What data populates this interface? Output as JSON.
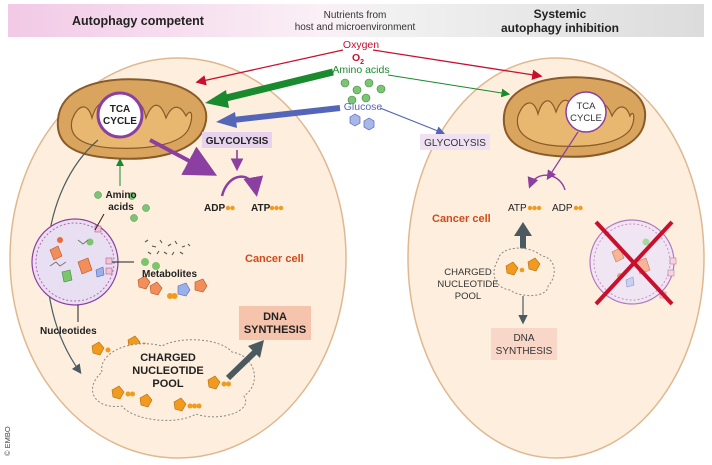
{
  "header": {
    "left_title": "Autophagy competent",
    "center_line1": "Nutrients from",
    "center_line2": "host and microenvironment",
    "right_line1": "Systemic",
    "right_line2": "autophagy inhibition"
  },
  "nutrients": {
    "oxygen": "Oxygen",
    "o2_main": "O",
    "o2_sub": "2",
    "amino_acids": "Amino acids",
    "glucose": "Glucose"
  },
  "left_cell": {
    "tca_line1": "TCA",
    "tca_line2": "CYCLE",
    "glycolysis": "GLYCOLYSIS",
    "adp": "ADP",
    "atp": "ATP",
    "amino_line1": "Amino",
    "amino_line2": "acids",
    "metabolites": "Metabolites",
    "cancer_cell": "Cancer cell",
    "nucleotides": "Nucleotides",
    "pool_line1": "CHARGED",
    "pool_line2": "NUCLEOTIDE",
    "pool_line3": "POOL",
    "dna_line1": "DNA",
    "dna_line2": "SYNTHESIS"
  },
  "right_cell": {
    "tca_line1": "TCA",
    "tca_line2": "CYCLE",
    "glycolysis": "GLYCOLYSIS",
    "atp": "ATP",
    "adp": "ADP",
    "cancer_cell": "Cancer cell",
    "pool_line1": "CHARGED",
    "pool_line2": "NUCLEOTIDE",
    "pool_line3": "POOL",
    "dna_line1": "DNA",
    "dna_line2": "SYNTHESIS"
  },
  "copyright": "© EMBO",
  "colors": {
    "oxygen": "#c8102e",
    "amino_acids": "#1a8a2e",
    "glucose": "#5566b8",
    "purple": "#8b3fa0",
    "cell_fill": "#fdeedd",
    "cell_stroke": "#e0b890",
    "mito_fill": "#d9a55e",
    "dna_box": "#f6c3ad",
    "header_bar": "#f4d6ec",
    "orange_text": "#d24a1a"
  }
}
